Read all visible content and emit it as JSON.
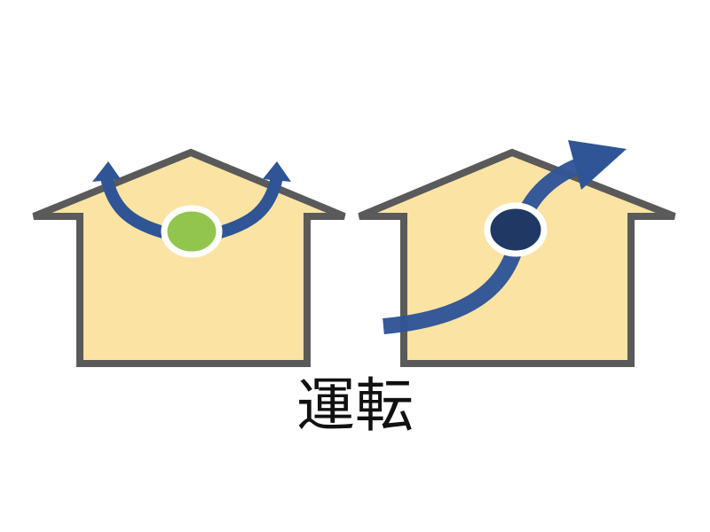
{
  "caption": "運転",
  "colors": {
    "house_fill": "#fbe3a3",
    "house_outline": "#5a5a5a",
    "arrow": "#2f5597",
    "unit_left_fill": "#92c54e",
    "unit_right_fill": "#1f3864",
    "unit_ring": "#ffffff"
  },
  "houses": [
    {
      "name": "left-house",
      "unit_state": "idle",
      "airflow": "split-upward"
    },
    {
      "name": "right-house",
      "unit_state": "running",
      "airflow": "diagonal-exhaust"
    }
  ]
}
